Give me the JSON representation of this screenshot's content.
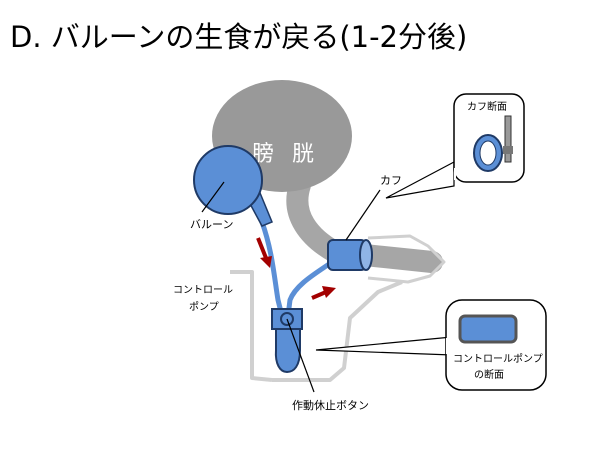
{
  "title": "D. バルーンの生食が戻る(1-2分後)",
  "labels": {
    "bladder_line1": "膀",
    "bladder_line2": "胱",
    "balloon": "バルーン",
    "cuff": "カフ",
    "cuff_section": "カフ断面",
    "control_pump_line1": "コントロール",
    "control_pump_line2": "ポンプ",
    "pump_section_line1": "コントロールポンプ",
    "pump_section_line2": "の断面",
    "deactivation_button": "作動休止ボタン"
  },
  "colors": {
    "bladder": "#999999",
    "device_blue": "#5b8fd6",
    "device_outline": "#1f3a66",
    "arrow_red": "#a30000",
    "urethra_gray": "#a6a6a6",
    "outline_light": "#d0d0d0"
  }
}
